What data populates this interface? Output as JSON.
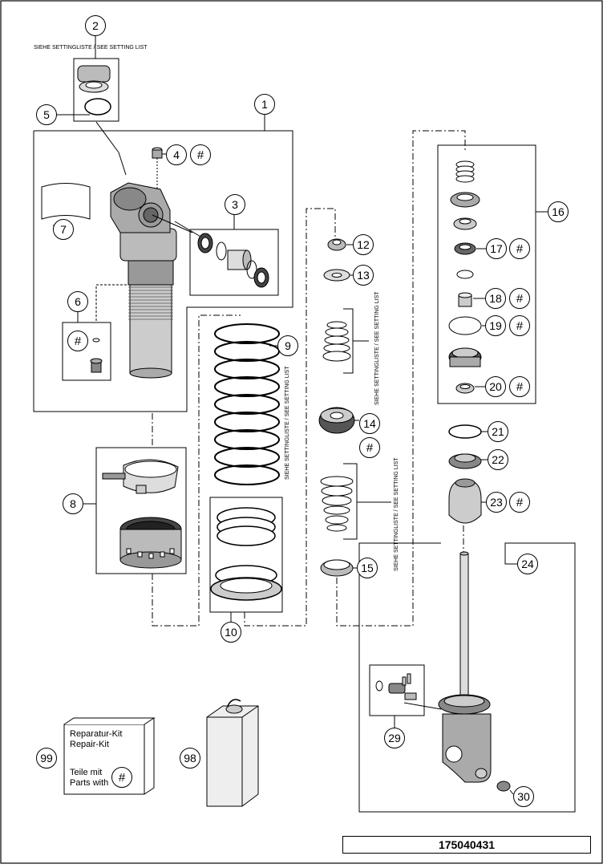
{
  "callouts": {
    "c1": "1",
    "c2": "2",
    "c3": "3",
    "c4": "4",
    "c5": "5",
    "c6": "6",
    "c7": "7",
    "c8": "8",
    "c9": "9",
    "c10": "10",
    "c12": "12",
    "c13": "13",
    "c14": "14",
    "c15": "15",
    "c16": "16",
    "c17": "17",
    "c18": "18",
    "c19": "19",
    "c20": "20",
    "c21": "21",
    "c22": "22",
    "c23": "23",
    "c24": "24",
    "c29": "29",
    "c30": "30",
    "c98": "98",
    "c99": "99"
  },
  "hash_symbol": "#",
  "setting_note": "SIEHE SETTINGLISTE / SEE SETTING LIST",
  "kit": {
    "line1": "Reparatur-Kit",
    "line2": "Repair-Kit",
    "line3": "Teile mit",
    "line4": "Parts with"
  },
  "document_number": "175040431"
}
